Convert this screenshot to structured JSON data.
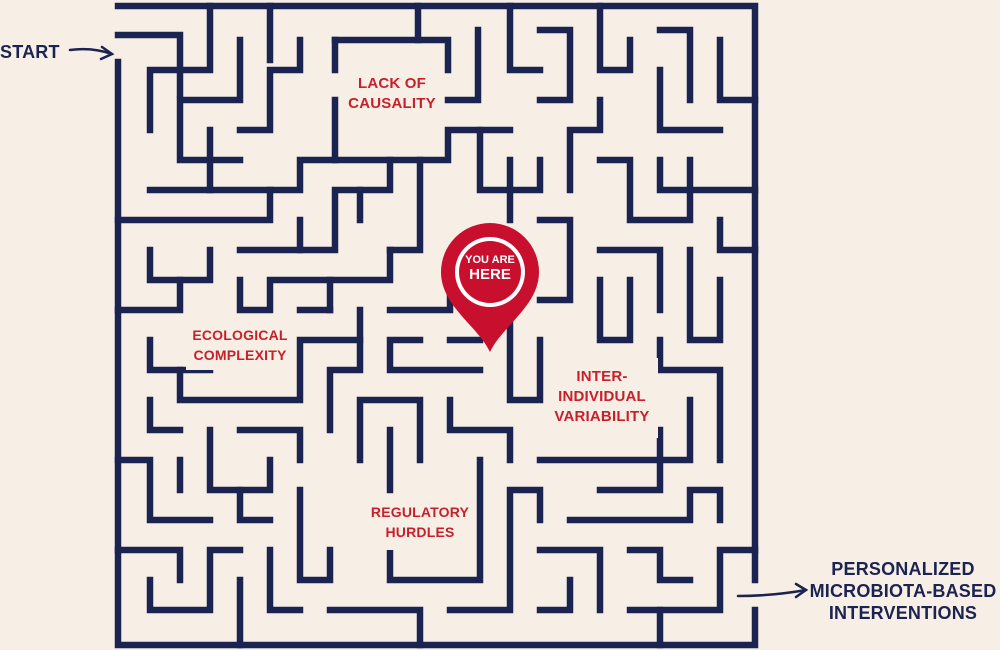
{
  "start": {
    "label": "START"
  },
  "goal": {
    "lines": [
      "PERSONALIZED",
      "MICROBIOTA-BASED",
      "INTERVENTIONS"
    ]
  },
  "obstacles": {
    "causality": [
      "LACK OF",
      "CAUSALITY"
    ],
    "ecology": [
      "ECOLOGICAL",
      "COMPLEXITY"
    ],
    "variability": [
      "INTER-",
      "INDIVIDUAL",
      "VARIABILITY"
    ],
    "regulatory": [
      "REGULATORY",
      "HURDLES"
    ]
  },
  "marker": {
    "line1": "YOU ARE",
    "line2": "HERE"
  },
  "colors": {
    "maze": "#1b2350",
    "marker": "#c8102e",
    "obstacle_text": "#c8202a",
    "background": "#f7efe6"
  }
}
